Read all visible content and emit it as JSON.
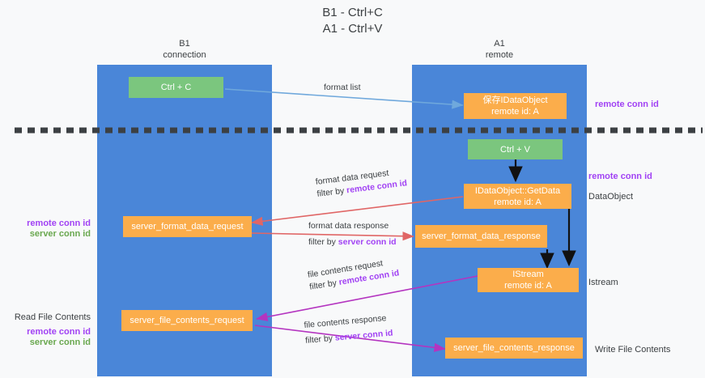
{
  "title": "B1 - Ctrl+C\nA1 - Ctrl+V",
  "colors": {
    "lane": "#4a86d8",
    "green_node": "#7bc67e",
    "orange_node": "#fbad4b",
    "conn_purple": "#a142f4",
    "conn_green": "#6aa84f",
    "arrow_blue": "#6fa8dc",
    "arrow_red": "#e06666",
    "arrow_magenta": "#b434c0",
    "arrow_black": "#000000",
    "divider": "#3c4043",
    "background": "#f8f9fa"
  },
  "lanes": [
    {
      "id": "b1",
      "title": "B1\nconnection"
    },
    {
      "id": "a1",
      "title": "A1\nremote"
    }
  ],
  "nodes": [
    {
      "id": "ctrl-c",
      "label": "Ctrl + C"
    },
    {
      "id": "idataobject",
      "label": "保存IDataObject\nremote id: A"
    },
    {
      "id": "ctrl-v",
      "label": "Ctrl + V"
    },
    {
      "id": "idataobject-getdata",
      "label": "IDataObject::GetData\nremote id: A"
    },
    {
      "id": "server-format-data-request",
      "label": "server_format_data_request"
    },
    {
      "id": "server-format-data-response",
      "label": "server_format_data_response"
    },
    {
      "id": "istream",
      "label": "IStream\nremote id: A"
    },
    {
      "id": "server-file-contents-request",
      "label": "server_file_contents_request"
    },
    {
      "id": "server-file-contents-response",
      "label": "server_file_contents_response"
    }
  ],
  "edge_labels": [
    {
      "id": "format-list",
      "line1": "format list",
      "line2": "",
      "line2_accent": ""
    },
    {
      "id": "format-data-request",
      "line1": "format data request",
      "line2": "filter by ",
      "line2_accent": "remote conn id"
    },
    {
      "id": "format-data-response",
      "line1": "format data response",
      "line2": "filter by ",
      "line2_accent": "server conn id"
    },
    {
      "id": "file-contents-request",
      "line1": "file contents request",
      "line2": "filter by ",
      "line2_accent": "remote conn id"
    },
    {
      "id": "file-contents-response",
      "line1": "file contents response",
      "line2": "filter by ",
      "line2_accent": "server conn id"
    }
  ],
  "side_labels": {
    "right_remote_top": "remote conn id",
    "right_remote_mid": "remote conn id",
    "right_dataobject": "DataObject",
    "right_istream": "Istream",
    "right_write_file_contents": "Write File Contents",
    "left_read_file_contents": "Read File Contents",
    "left_remote_conn_id_mid": "remote conn id",
    "left_server_conn_id_mid": "server conn id",
    "left_remote_conn_id_bot": "remote conn id",
    "left_server_conn_id_bot": "server conn id"
  }
}
